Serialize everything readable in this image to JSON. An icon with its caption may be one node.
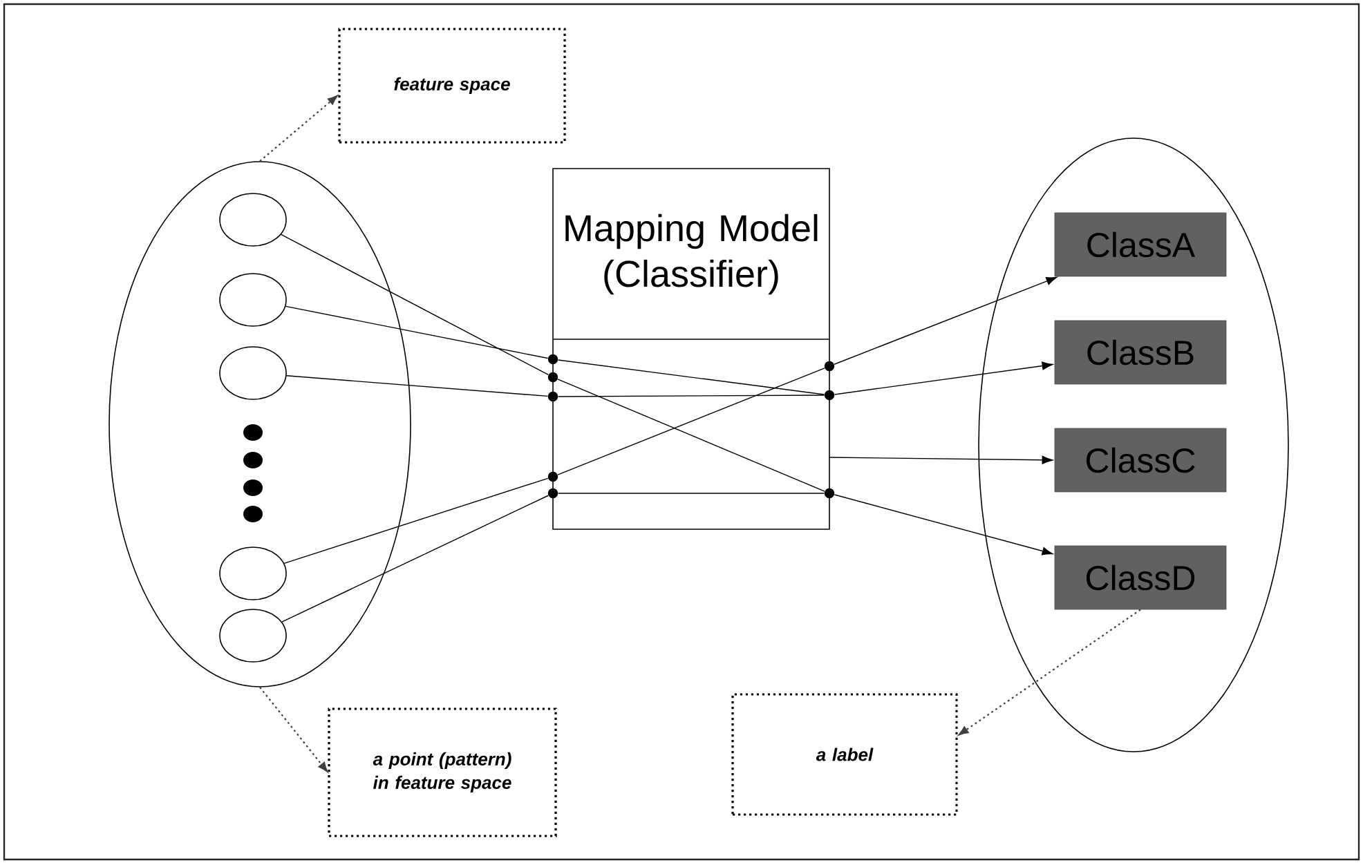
{
  "diagram": {
    "nodes": [
      {
        "text": [
          "feature space"
        ]
      },
      {
        "text": [],
        "shape": "ellipse"
      },
      {
        "text": [],
        "shape": "ellipse",
        "in": 1
      },
      {
        "text": [],
        "shape": "ellipse",
        "in": 1
      },
      {
        "text": [],
        "shape": "ellipse",
        "in": 1
      },
      {
        "text": [],
        "shape": "ellipse",
        "in": 1
      },
      {
        "text": [],
        "shape": "ellipse",
        "in": 1
      },
      {
        "text": [
          "Mapping Model (Classifier)"
        ]
      },
      {
        "text": [],
        "shape": "dot",
        "in": 7
      },
      {
        "text": [],
        "shape": "dot",
        "in": 7
      },
      {
        "text": [],
        "shape": "dot",
        "in": 7
      },
      {
        "text": [],
        "shape": "dot",
        "in": 7
      },
      {
        "text": [],
        "shape": "dot",
        "in": 7
      },
      {
        "text": [],
        "shape": "dot",
        "in": 7
      },
      {
        "text": [],
        "shape": "dot",
        "in": 7
      },
      {
        "text": [],
        "shape": "dot",
        "in": 7
      },
      {
        "text": [],
        "shape": "ellipse"
      },
      {
        "text": [
          "ClassA"
        ],
        "in": 16
      },
      {
        "text": [
          "ClassB"
        ],
        "in": 16
      },
      {
        "text": [
          "ClassC"
        ],
        "in": 16
      },
      {
        "text": [
          "ClassD"
        ],
        "in": 16
      },
      {
        "text": [
          "a point (pattern) in feature space"
        ]
      },
      {
        "text": [
          "a label"
        ]
      }
    ],
    "edges": [
      {
        "from": 2,
        "to": 9,
        "arrow": "none"
      },
      {
        "from": 3,
        "to": 8,
        "arrow": "none"
      },
      {
        "from": 4,
        "to": 10,
        "arrow": "none"
      },
      {
        "from": 5,
        "to": 11,
        "arrow": "none"
      },
      {
        "from": 6,
        "to": 12,
        "arrow": "none"
      },
      {
        "from": 9,
        "to": 15,
        "arrow": "none"
      },
      {
        "from": 8,
        "to": 14,
        "arrow": "none"
      },
      {
        "from": 10,
        "to": 14,
        "arrow": "none"
      },
      {
        "from": 11,
        "to": 13,
        "arrow": "none"
      },
      {
        "from": 12,
        "to": 15,
        "arrow": "none"
      },
      {
        "from": 13,
        "to": 17,
        "arrow": "to"
      },
      {
        "from": 14,
        "to": 18,
        "arrow": "to"
      },
      {
        "from": 7,
        "to": 19,
        "arrow": "to"
      },
      {
        "from": 15,
        "to": 20,
        "arrow": "to"
      },
      {
        "from": 1,
        "to": 0,
        "arrow": "to",
        "style": "dashed"
      },
      {
        "from": 1,
        "to": 21,
        "arrow": "to",
        "style": "dashed"
      },
      {
        "from": 20,
        "to": 22,
        "arrow": "to",
        "style": "dashed"
      }
    ]
  }
}
